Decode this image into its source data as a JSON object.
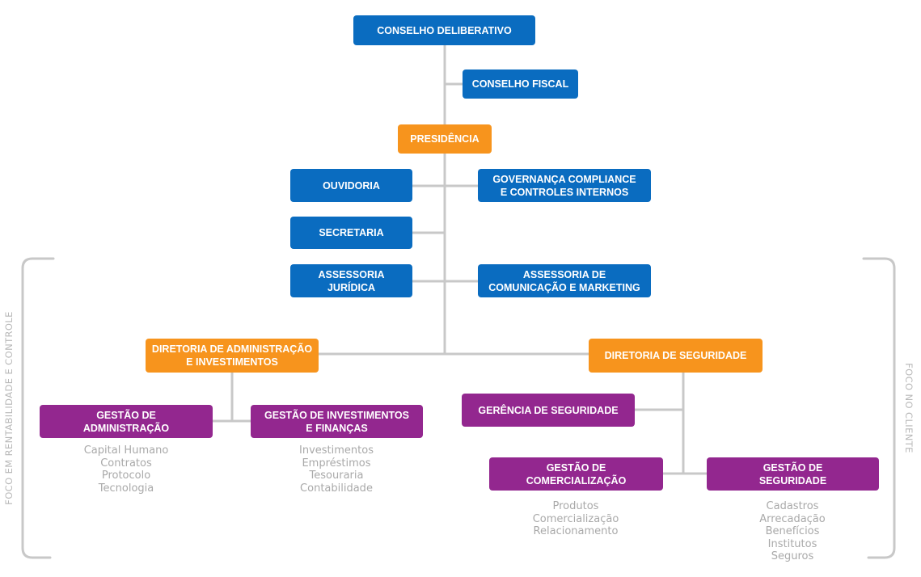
{
  "boxes": {
    "conselho_deliberativo": "CONSELHO DELIBERATIVO",
    "conselho_fiscal": "CONSELHO FISCAL",
    "presidencia": "PRESIDÊNCIA",
    "ouvidoria": "OUVIDORIA",
    "governanca": [
      "GOVERNANÇA COMPLIANCE",
      "E CONTROLES INTERNOS"
    ],
    "secretaria": "SECRETARIA",
    "assessoria_juridica": "ASSESSORIA JURÍDICA",
    "assessoria_comunicacao": [
      "ASSESSORIA DE",
      "COMUNICAÇÃO E MARKETING"
    ],
    "diretoria_adm": [
      "DIRETORIA DE ADMINISTRAÇÃO",
      "E INVESTIMENTOS"
    ],
    "diretoria_seg": "DIRETORIA DE SEGURIDADE",
    "gestao_adm": [
      "GESTÃO DE",
      "ADMINISTRAÇÃO"
    ],
    "gestao_inv": [
      "GESTÃO DE INVESTIMENTOS",
      "E FINANÇAS"
    ],
    "gerencia_seg": "GERÊNCIA DE SEGURIDADE",
    "gestao_com": [
      "GESTÃO DE",
      "COMERCIALIZAÇÃO"
    ],
    "gestao_seg": [
      "GESTÃO DE",
      "SEGURIDADE"
    ]
  },
  "lists": {
    "adm": [
      "Capital Humano",
      "Contratos",
      "Protocolo",
      "Tecnologia"
    ],
    "inv": [
      "Investimentos",
      "Empréstimos",
      "Tesouraria",
      "Contabilidade"
    ],
    "com": [
      "Produtos",
      "Comercialização",
      "Relacionamento"
    ],
    "seg": [
      "Cadastros",
      "Arrecadação",
      "Benefícios",
      "Institutos",
      "Seguros"
    ]
  },
  "side_labels": {
    "left": "FOCO EM RENTABILIDADE E CONTROLE",
    "right": "FOCO NO CLIENTE"
  },
  "colors": {
    "blue": "#0a6cc0",
    "orange": "#f7941d",
    "purple": "#93278f",
    "connector": "#c8c8c8",
    "muted_text": "#a9a9a9"
  }
}
